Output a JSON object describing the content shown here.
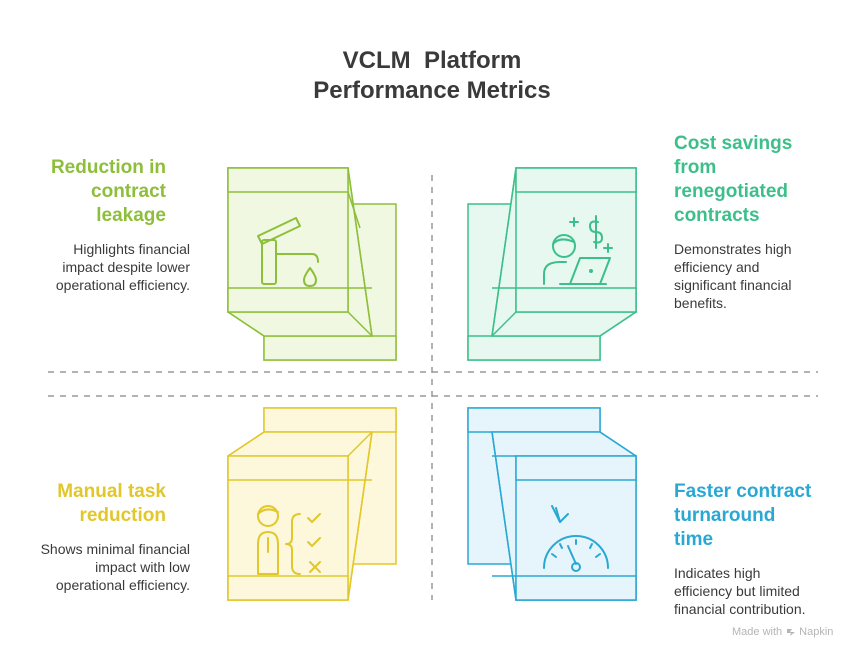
{
  "title": "VCLM  Platform\nPerformance Metrics",
  "quadrants": [
    {
      "heading": "Reduction in contract leakage",
      "description": "Highlights financial impact despite lower operational efficiency.",
      "color": "#8dbf3a",
      "fill": "#f1f8e2",
      "icon": "faucet-drip-icon"
    },
    {
      "heading": "Cost savings from renegotiated contracts",
      "description": "Demonstrates high efficiency and significant financial benefits.",
      "color": "#3cbf8a",
      "fill": "#e6f8ef",
      "icon": "person-laptop-dollar-icon"
    },
    {
      "heading": "Manual task reduction",
      "description": "Shows minimal financial impact with low operational efficiency.",
      "color": "#e2c72a",
      "fill": "#fdf8dc",
      "icon": "person-checklist-icon"
    },
    {
      "heading": "Faster contract turnaround time",
      "description": "Indicates high efficiency but limited financial contribution.",
      "color": "#2aa8d4",
      "fill": "#e6f5fb",
      "icon": "speedometer-icon"
    }
  ],
  "footer": {
    "made_with": "Made with",
    "brand": "Napkin"
  }
}
